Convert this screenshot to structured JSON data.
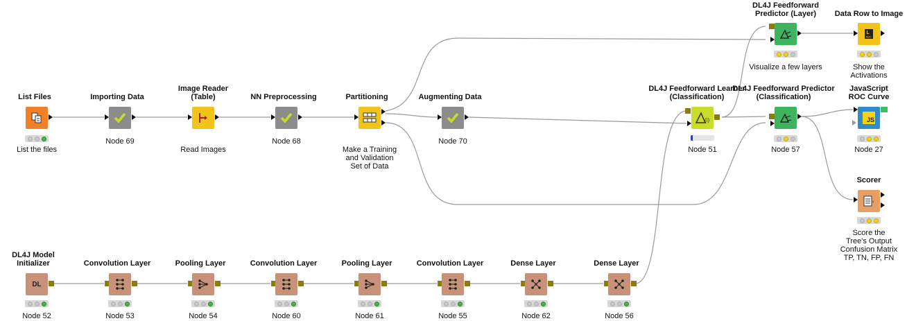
{
  "colors": {
    "manipulator": "#f2c318",
    "metanode": "#8c8c8c",
    "source": "#f28024",
    "layer": "#c8927a",
    "learner": "#c8dc2c",
    "predictor": "#3fb45f",
    "view": "#2f8cc8",
    "other": "#e6a066"
  },
  "nodes": {
    "list_files": {
      "title": "List Files",
      "label": "List the files"
    },
    "importing_data": {
      "title": "Importing Data",
      "label": "Node 69"
    },
    "image_reader": {
      "title": "Image Reader\n(Table)",
      "label": "Read Images"
    },
    "nn_preprocessing": {
      "title": "NN Preprocessing",
      "label": "Node 68"
    },
    "partitioning": {
      "title": "Partitioning",
      "label": "Make a Training\nand Validation\nSet of Data"
    },
    "augmenting_data": {
      "title": "Augmenting Data",
      "label": "Node 70"
    },
    "dl4j_learner": {
      "title": "DL4J Feedforward Learner\n(Classification)",
      "label": "Node 51",
      "progress": 0.1
    },
    "dl4j_pred_class": {
      "title": "DL4J Feedforward Predictor\n(Classification)",
      "label": "Node 57"
    },
    "dl4j_pred_layer": {
      "title": "DL4J Feedforward\nPredictor (Layer)",
      "label": "Visualize a few layers"
    },
    "data_row_to_image": {
      "title": "Data Row to Image",
      "label": "Show the\nActivations"
    },
    "js_roc": {
      "title": "JavaScript\nROC Curve",
      "label": "Node 27",
      "icon_text": "JS"
    },
    "scorer": {
      "title": "Scorer",
      "label": "Score the\nTree's Output\nConfusion Matrix\nTP, TN, FP, FN"
    },
    "model_init": {
      "title": "DL4J Model\nInitializer",
      "label": "Node 52",
      "icon_text": "DL"
    },
    "conv1": {
      "title": "Convolution Layer",
      "label": "Node 53"
    },
    "pool1": {
      "title": "Pooling Layer",
      "label": "Node 54"
    },
    "conv2": {
      "title": "Convolution Layer",
      "label": "Node 60"
    },
    "pool2": {
      "title": "Pooling Layer",
      "label": "Node 61"
    },
    "conv3": {
      "title": "Convolution Layer",
      "label": "Node 55"
    },
    "dense1": {
      "title": "Dense Layer",
      "label": "Node 62"
    },
    "dense2": {
      "title": "Dense Layer",
      "label": "Node 56"
    }
  }
}
